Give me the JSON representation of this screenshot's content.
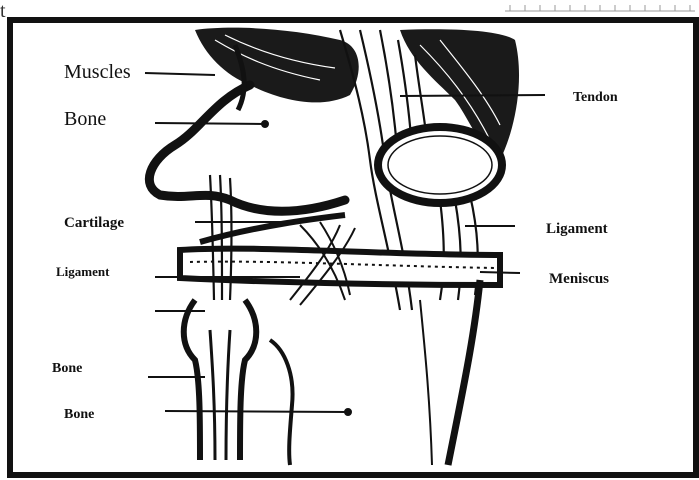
{
  "figure": {
    "corner_fragment": "t",
    "labels": {
      "muscles": "Muscles",
      "bone_upper": "Bone",
      "cartilage": "Cartilage",
      "ligament_left": "Ligament",
      "bone_lower_1": "Bone",
      "bone_lower_2": "Bone",
      "tendon": "Tendon",
      "ligament_right": "Ligament",
      "meniscus": "Meniscus"
    },
    "colors": {
      "ink": "#111111",
      "paper": "#ffffff"
    }
  }
}
